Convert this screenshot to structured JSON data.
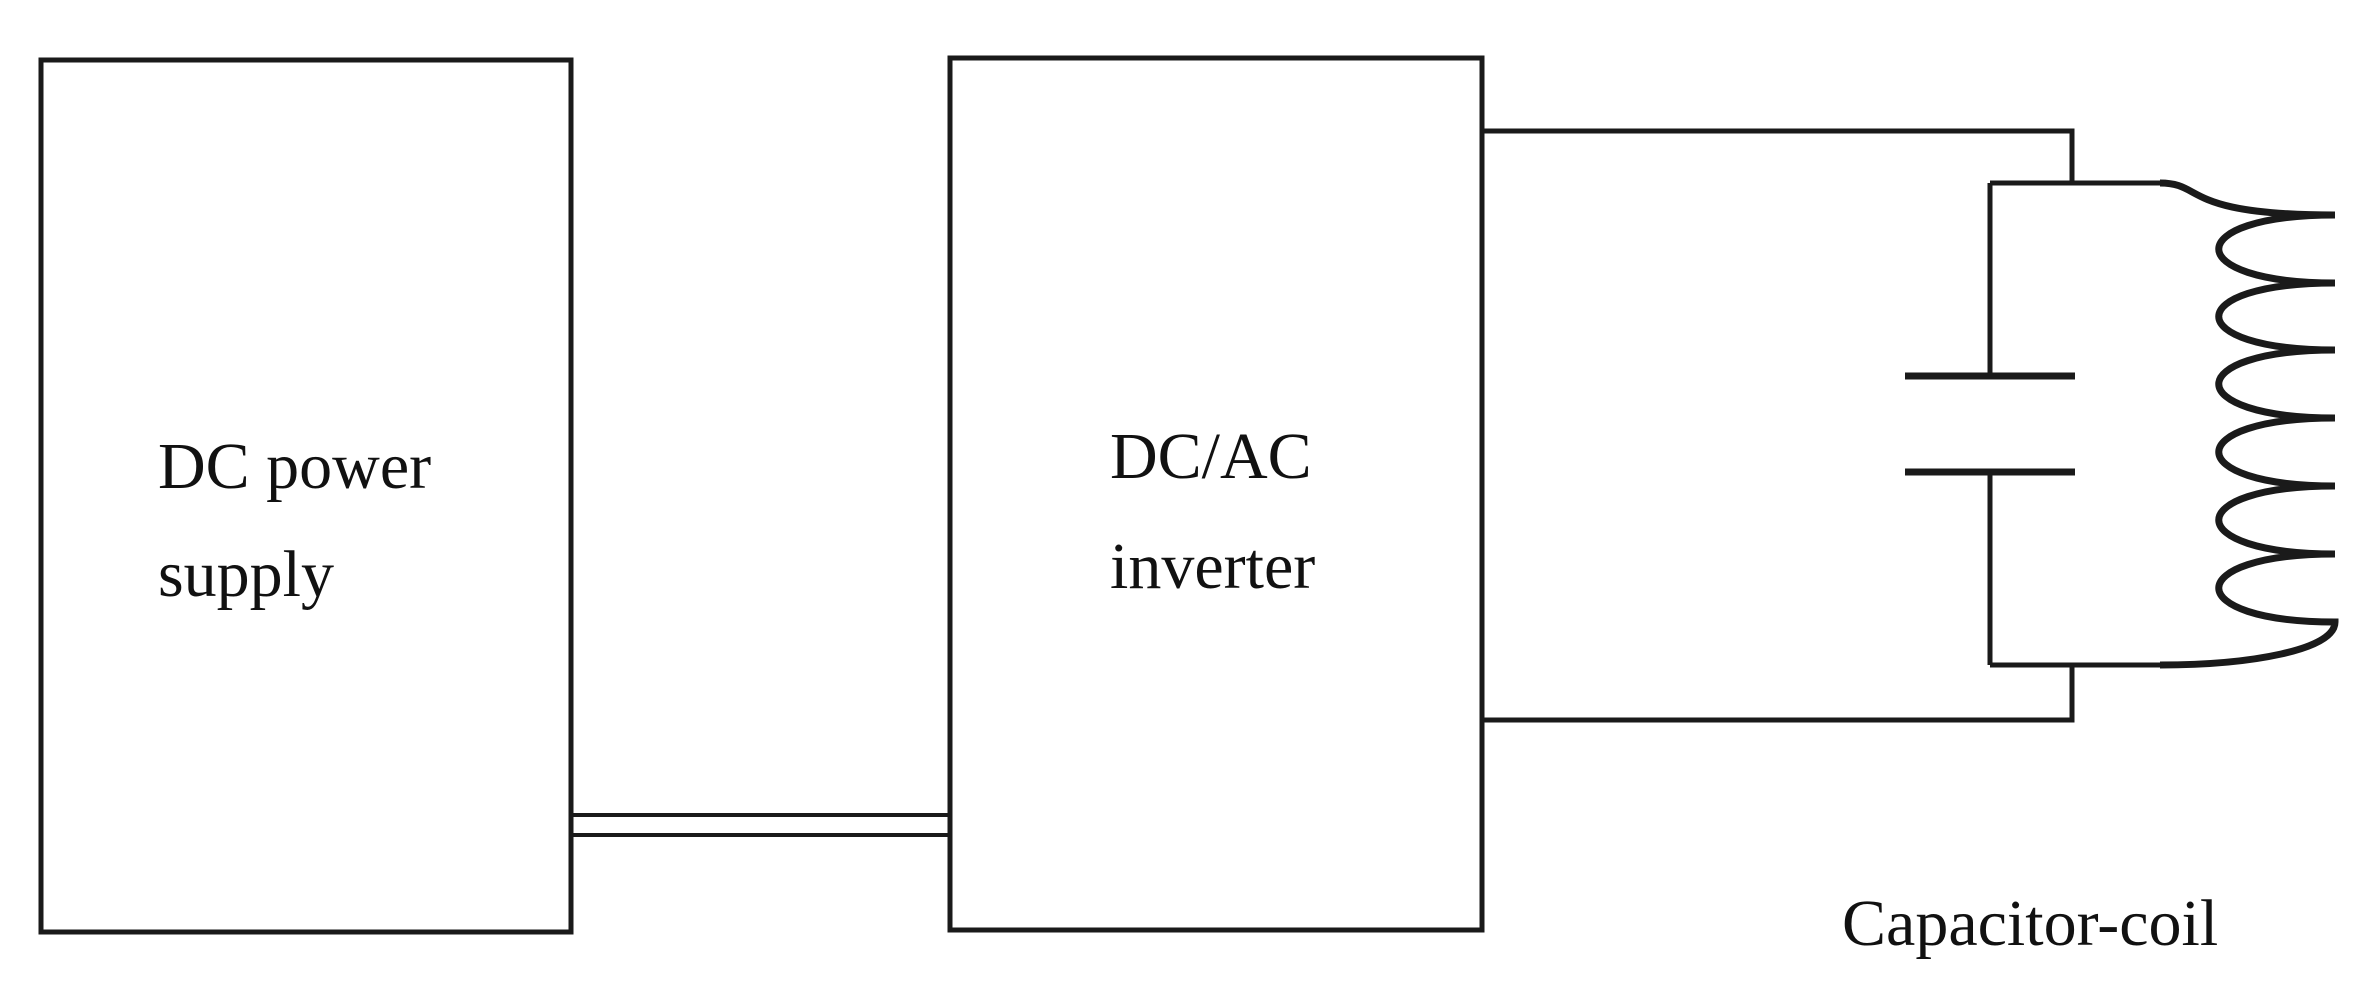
{
  "blocks": {
    "dc_power_supply": {
      "label_line1": "DC power",
      "label_line2": "supply"
    },
    "dc_ac_inverter": {
      "label_line1": "DC/AC",
      "label_line2": "inverter"
    }
  },
  "load": {
    "label": "Capacitor-coil"
  },
  "colors": {
    "stroke": "#1a1a1a",
    "background": "#ffffff"
  }
}
